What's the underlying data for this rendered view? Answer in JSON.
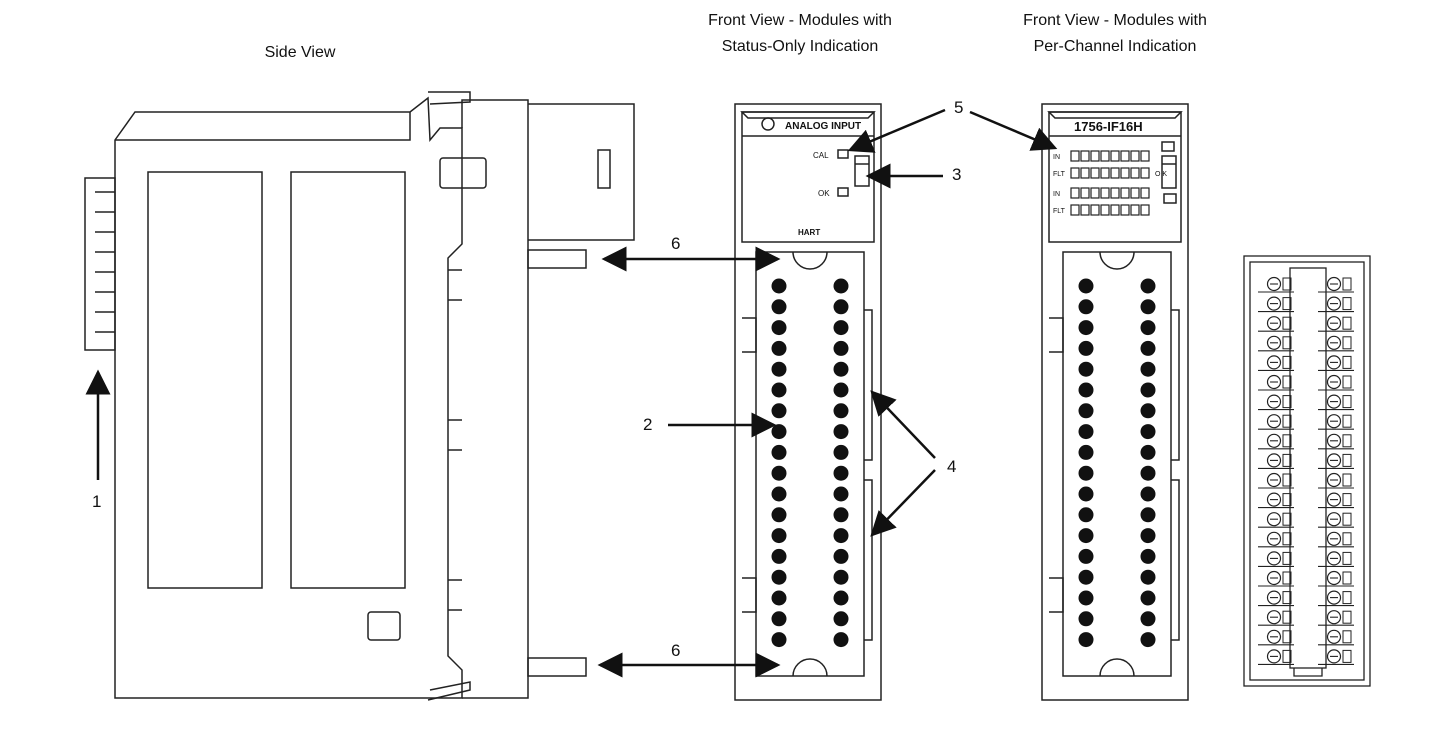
{
  "captions": {
    "side_view": "Side View",
    "front_status": [
      "Front View - Modules with",
      "Status-Only Indication"
    ],
    "front_channel": [
      "Front View - Modules with",
      "Per-Channel Indication"
    ]
  },
  "callouts": {
    "c1": "1",
    "c2": "2",
    "c3": "3",
    "c4": "4",
    "c5": "5",
    "c6_top": "6",
    "c6_bottom": "6"
  },
  "status_module": {
    "title": "ANALOG INPUT",
    "cal_label": "CAL",
    "ok_label": "OK",
    "hart_label": "HART"
  },
  "channel_module": {
    "catalog": "1756-IF16H",
    "rows": [
      "IN",
      "FLT",
      "IN",
      "FLT"
    ],
    "ok_label": "O K"
  },
  "colors": {
    "line": "#222222",
    "terminal": "#111111"
  }
}
